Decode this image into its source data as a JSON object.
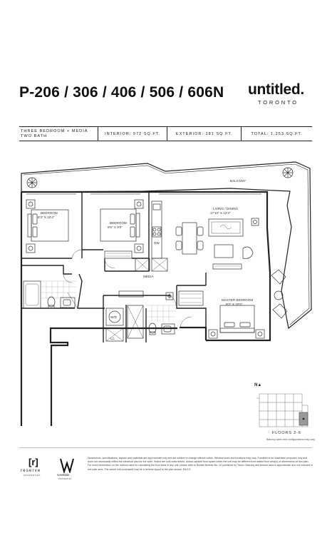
{
  "header": {
    "title": "P-206 / 306 / 406 / 506 / 606N",
    "brand": "untitled.",
    "brand_sub": "TORONTO"
  },
  "specs": {
    "type_line1": "THREE BEDROOM + MEDIA",
    "type_line2": "TWO BATH",
    "interior": "INTERIOR: 972 SQ.FT.",
    "exterior": "EXTERIOR: 281 SQ.FT.",
    "total": "TOTAL: 1,253 SQ.FT."
  },
  "plan": {
    "rooms": {
      "balcony": "BALCONY",
      "living_dining": "LIVING / DINING",
      "living_dining_dim": "17'10\" X 12'3\"",
      "bedroom1": "BEDROOM",
      "bedroom1_dim": "8'3\" X 10'4\"",
      "bedroom2": "BEDROOM",
      "bedroom2_dim": "9'5\" X 9'0\"",
      "master": "MASTER BEDROOM",
      "master_dim": "9'3\" X 10'0\"",
      "media": "MEDIA",
      "dw": "DW",
      "wd": "W/D",
      "lc": "LC"
    }
  },
  "keyplan": {
    "north": "N",
    "floors": "FLOORS 2-6",
    "note": "Balcony sizes and configurations may vary."
  },
  "footer": {
    "reserve_logo": "[r]",
    "reserve_name": "reserve",
    "reserve_sub": "PROPERTIES",
    "westdale_name": "westdale",
    "westdale_sub": "PROPERTIES",
    "disclaimer": "Dimensions, specifications, layouts and materials are approximate only and are subject to change without notice. Window sizes and locations may vary. Furniture is for illustration purposes only and does not necessarily reflect the electrical plan for the suite. Suites are sold unfurnished. Actual useable floor space within the unit may be different from stated floor area(s) or dimensions on this plan. For more information on the method used for calculating the floor area of any unit, please refer to Builder Bulletin No. 22 published by Tarion. Balcony and terrace area is approximate and not included in net suite area. The actual unit purchased may be a reverse layout to the plan shown. E&O.E."
  },
  "colors": {
    "ink": "#111111",
    "wall": "#222222",
    "tile": "#8a8a8a",
    "keyplan_highlight": "#9a9a9a"
  }
}
